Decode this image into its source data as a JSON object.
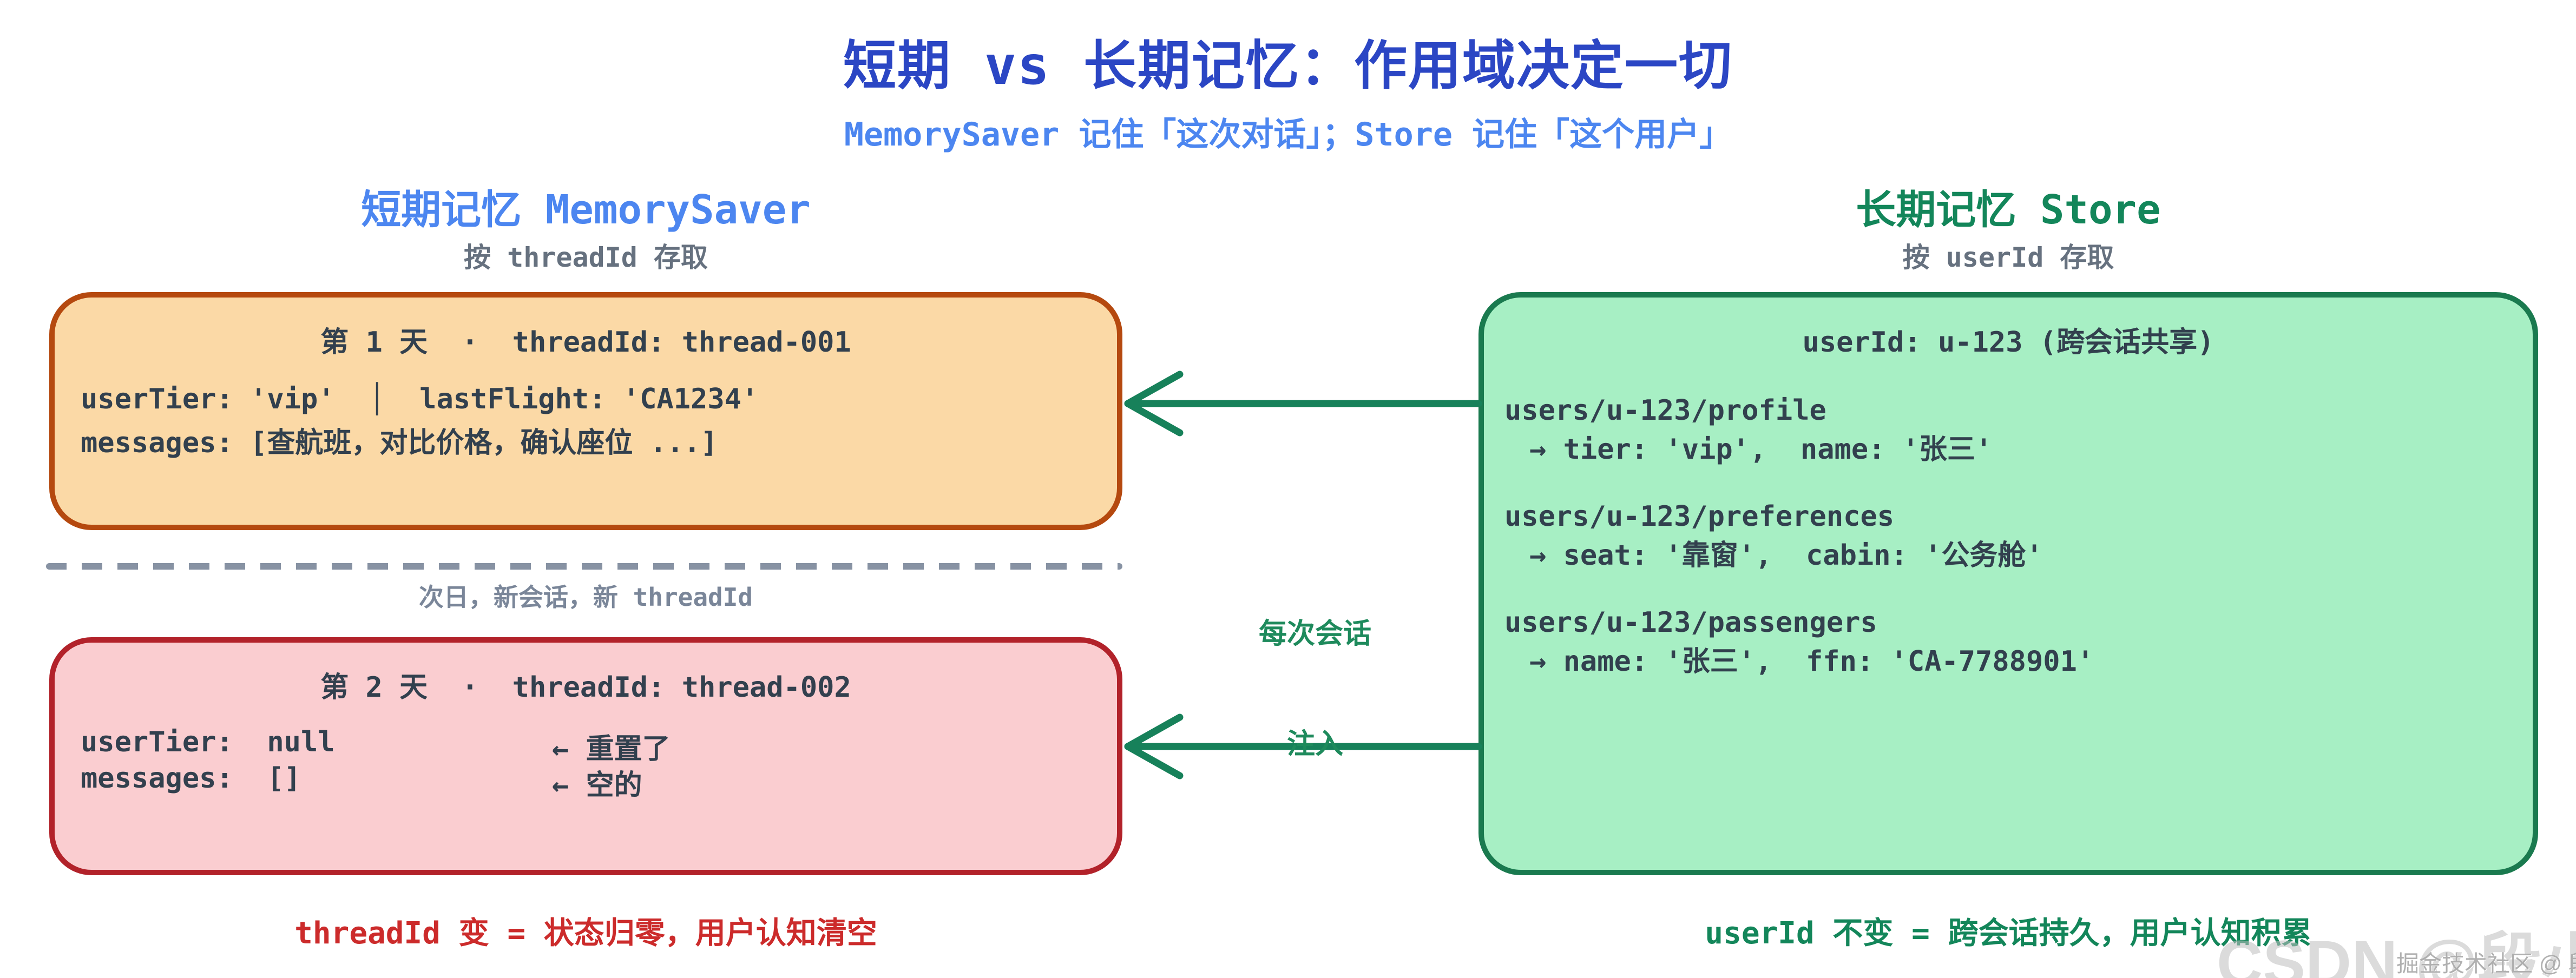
{
  "title": "短期 vs 长期记忆：作用域决定一切",
  "subtitle": "MemorySaver 记住「这次对话」；Store 记住「这个用户」",
  "left": {
    "heading": "短期记忆 MemorySaver",
    "subheading": "按 threadId 存取",
    "day1_box": {
      "header": "第 1 天  ·  threadId: thread-001",
      "line1": "userTier: 'vip'  │  lastFlight: 'CA1234'",
      "line2": "messages: [查航班，对比价格，确认座位 ...]"
    },
    "divider_label": "次日，新会话，新 threadId",
    "day2_box": {
      "header": "第 2 天  ·  threadId: thread-002",
      "line1_key": "userTier:  null",
      "line1_note": "← 重置了",
      "line2_key": "messages:  []",
      "line2_note": "← 空的"
    },
    "caption": "threadId 变 = 状态归零，用户认知清空"
  },
  "middle": {
    "inject_line1": "每次会话",
    "inject_line2": "注入"
  },
  "right": {
    "heading": "长期记忆 Store",
    "subheading": "按 userId 存取",
    "store_box": {
      "header": "userId: u-123 (跨会话共享)",
      "entries": [
        {
          "path": "users/u-123/profile",
          "value": "→ tier: 'vip',  name: '张三'"
        },
        {
          "path": "users/u-123/preferences",
          "value": "→ seat: '靠窗',  cabin: '公务舱'"
        },
        {
          "path": "users/u-123/passengers",
          "value": "→ name: '张三',  ffn: 'CA-7788901'"
        }
      ]
    },
    "caption": "userId 不变 = 跨会话持久，用户认知积累"
  },
  "watermark": {
    "large": "CSDN @段小二",
    "small": "掘金技术社区 @ 段小二"
  },
  "colors": {
    "title_blue": "#2B46C4",
    "accent_blue": "#4C86F0",
    "muted_gray": "#66717F",
    "divider_gray": "#8792A3",
    "box_text": "#32404E",
    "orange_border": "#B5490F",
    "orange_fill": "#FBD9A6",
    "red_border": "#B2222A",
    "red_fill": "#FACDD0",
    "red_caption": "#CC2B2B",
    "green_border": "#1A7A4F",
    "green_fill": "#A7EFC4",
    "green_text": "#13865A",
    "arrow_green": "#17815A"
  }
}
